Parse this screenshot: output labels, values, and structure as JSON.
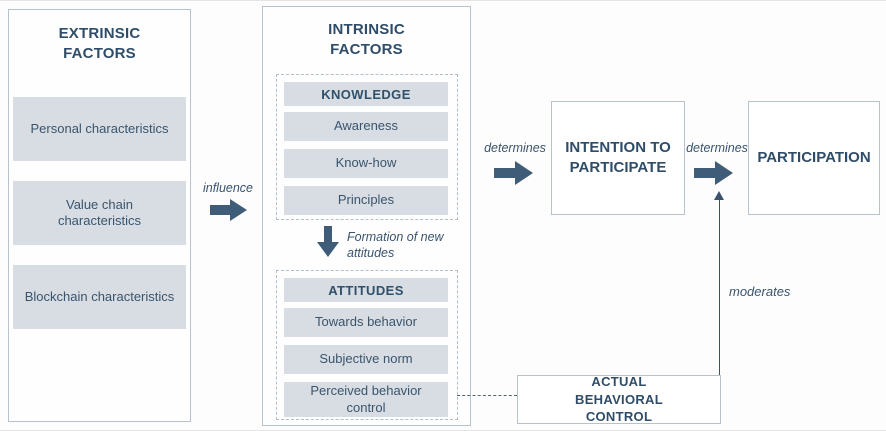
{
  "extrinsic": {
    "title": "EXTRINSIC FACTORS",
    "items": [
      "Personal characteristics",
      "Value chain characteristics",
      "Blockchain characteristics"
    ]
  },
  "intrinsic": {
    "title": "INTRINSIC FACTORS",
    "knowledge": {
      "title": "KNOWLEDGE",
      "items": [
        "Awareness",
        "Know-how",
        "Principles"
      ]
    },
    "attitudes": {
      "title": "ATTITUDES",
      "items": [
        "Towards behavior",
        "Subjective norm",
        "Perceived behavior control"
      ]
    }
  },
  "connectors": {
    "influence": "influence",
    "formation": "Formation of new attitudes",
    "determines_1": "determines",
    "determines_2": "determines",
    "moderates": "moderates"
  },
  "outcomes": {
    "intention": "INTENTION TO PARTICIPATE",
    "participation": "PARTICIPATION",
    "actual_control": "ACTUAL BEHAVIORAL CONTROL"
  },
  "colors": {
    "navy_text": "#2f4d68",
    "arrow_fill": "#3f5d78",
    "box_fill": "#d7dde2",
    "panel_border": "#b6c3ce",
    "dashed_border": "#b2bfc9"
  }
}
